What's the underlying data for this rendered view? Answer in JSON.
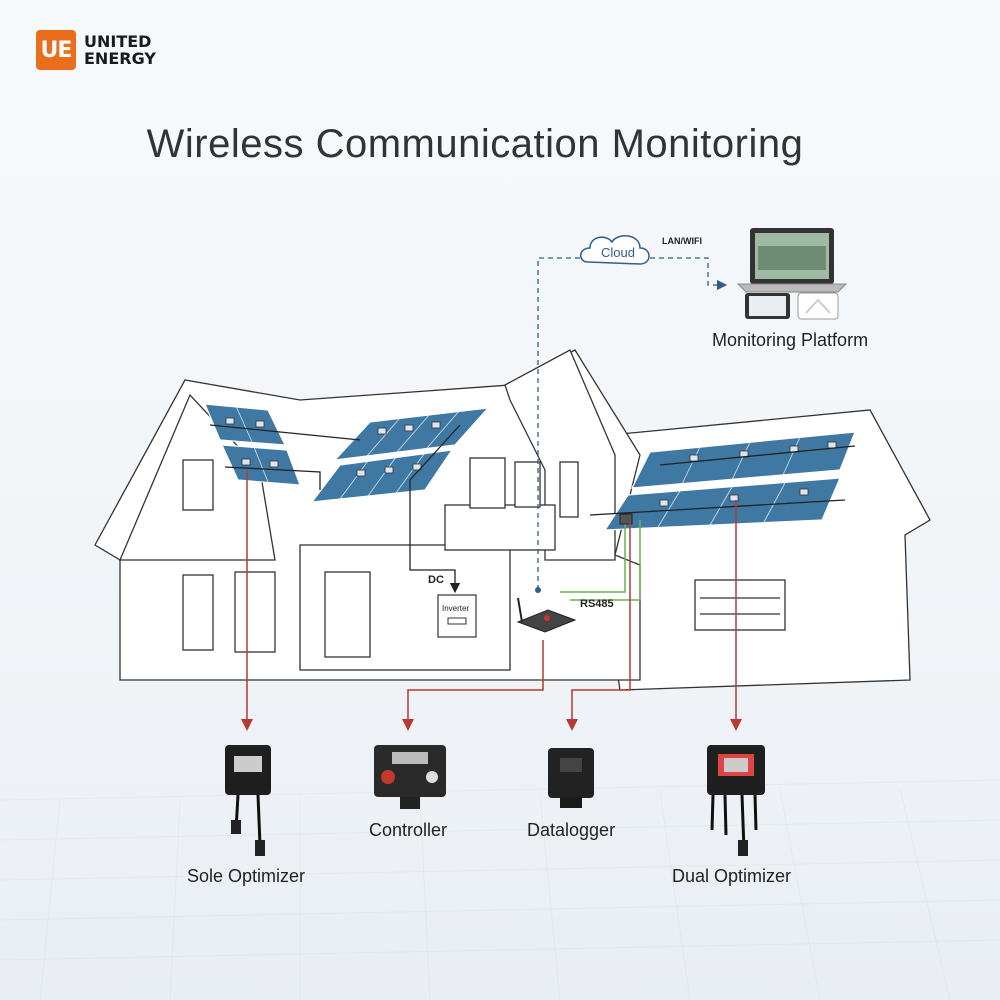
{
  "brand": {
    "mark": "UE",
    "line1": "UNITED",
    "line2": "ENERGY"
  },
  "title": "Wireless Communication Monitoring",
  "labels": {
    "cloud": "Cloud",
    "lan_wifi": "LAN/WIFI",
    "monitoring_platform": "Monitoring Platform",
    "dc": "DC",
    "inverter": "Inverter",
    "rs485": "RS485"
  },
  "devices": [
    {
      "name": "Sole Optimizer"
    },
    {
      "name": "Controller"
    },
    {
      "name": "Datalogger"
    },
    {
      "name": "Dual Optimizer"
    }
  ],
  "colors": {
    "accent": "#ea6d1b",
    "panel": "#3f78a2",
    "arrow": "#b53a34",
    "green": "#6bb24a",
    "dashed": "#2f5f8a"
  }
}
